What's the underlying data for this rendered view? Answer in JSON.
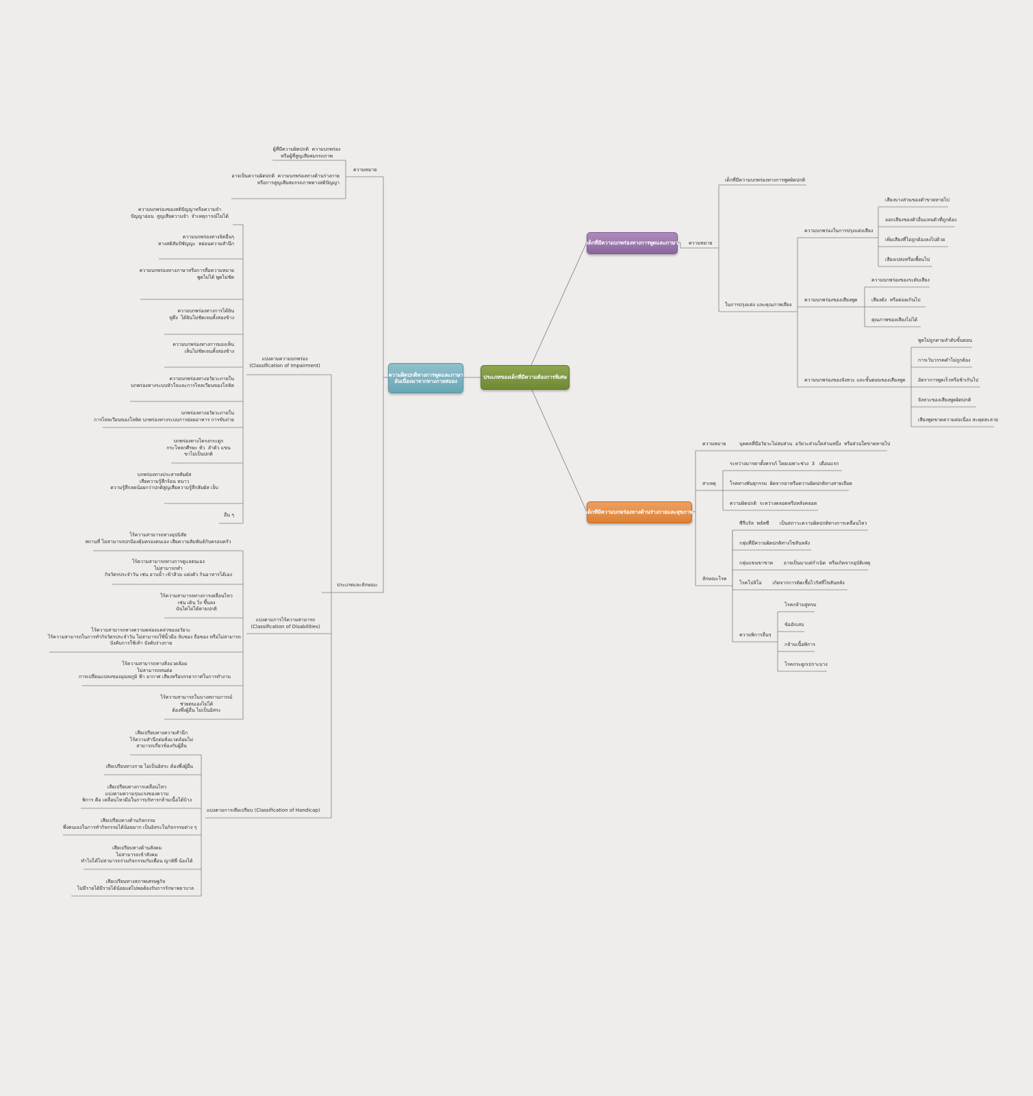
{
  "colors": {
    "background": "#efedeb",
    "line": "#7a7a7a",
    "root_node": "#7a9440",
    "left_main_node": "#79afbd",
    "speech_node": "#9a76ab",
    "physical_node": "#e48c48"
  },
  "root": {
    "label": "ประเภทของเด็กที่มีความต้องการพิเศษ"
  },
  "left_main": {
    "label": "ความผิดปกติทางการพูดและภาษา\nอันเนื่องมาจากทางภายสมอง"
  },
  "left": {
    "definition": {
      "label": "ความหมาย",
      "items": [
        "ผู้ที่มีความผิดปกติ  ความบกพร่อง\nหรือผู้ที่สูญเสียสมรรถภาพ",
        "อาจเป็นความผิดปกติ  ความบกพร่องทางด้านร่างกาย\nหรือการสูญเสียสมรรถภาพทางสติปัญญา"
      ]
    },
    "types": {
      "label": "ประเภทและลักษณะ"
    },
    "impairment": {
      "label": "แบ่งตามความบกพร่อง\n(Classification of Impairment)",
      "items": [
        "ความบกพร่องของสติปัญญาหรือความจำ\nปัญญาอ่อน  สูญเสียความจำ  จำเหตุการณ์ไม่ได้",
        "ความบกพร่องทางจิตอื่นๆ\nทางสติสัมปัชัญญะ  หย่อนความสำนึก",
        "ความบกพร่องทางภาษาหรือการสื่อความหมาย\nพูดไม่ได้ พูดไม่ชัด",
        "ความบกพร่องทางการได้ยิน\nหูตึง  ได้ยินไม่ชัดเจนทั้งสองข้าง",
        "ความบกพร่องทางการมองเห็น\nเห็นไม่ชัดเจนทั้งสองข้าง",
        "ความบกพร่องทางอวัยวะภายใน\nบกพร่องทางระบบหัวใจและการไหลเวียนของโลหิต",
        "บกพร่องทางอวัยวะภายใน\nการไหลเวียนของโลหิต บกพร่องทางระบบการย่อยอาหาร การขับถ่าย",
        "บกพร่องทางโครงกระดูก\nกระโหลกศีรษะ หัว  ลำตัว แขน\nขาไม่เป็นปกติ",
        "บกพร่องทางประสาทสัมผัส\nเสียความรู้สึกร้อน หนาว\nความรู้สึกลดน้อยกว่าปกติสูญเสียความรู้สึกสัมผัส เจ็บ",
        "อื่น ๆ"
      ]
    },
    "disabilities": {
      "label": "แบ่งตามการไร้ความสามารถ\n(Classification of Disabilities)",
      "items": [
        "ไร้ความสามารถทางอุปนิสัย\nสถานที่ ไม่สามารถปกป้องคุ้มครองตนเอง เสียความสัมพันธ์กับครอบครัว",
        "ไร้ความสามารถทางการดูแลตนเอง\nไม่สามารถทำ\nกิจวัตรประจำวัน เช่น อาบน้ำ เข้าส้วม แต่งตัว กินอาหารได้เอง",
        "ไร้ความสามารถทางการเคลื่อนไหว\nเช่น เดิน วิ่ง ขึ้นลง\nบันไดไม่ได้ตามปกติ",
        "ไร้ความสามารถทางความคล่องแคล่วของอวัยวะ\nไร้ความสามารถในการทำกิจวัตรประจำวัน ไม่สามารถใช้นิ้วมือ จับของ ถือของ หรือไม่สามารถ\nบังคับการใช้เท้า บังคับร่างกาย",
        "ไร้ความสามารถทางสิ่งแวดล้อม\nไม่สามารถทนต่อ\nการเปลี่ยนแปลงของอุณหภูมิ ฟ้า อากาศ เสียงหรือบรรยากาศในการทำงาน",
        "ไร้ความสามารถในบางสถานการณ์\nช่วยตนเองไม่ได้\nต้องพึ่งผู้อื่น ไม่เป็นอิสระ"
      ]
    },
    "handicap": {
      "label": "แบ่งตามการเสียเปรียบ (Classification of Handicap)",
      "items": [
        "เสียเปรียบทางความสำนึก\nไร้ความสำนึกต่อสิ่งแวดล้อมไม่\nสามารถเกี่ยวข้องกับผู้อื่น",
        "เสียเปรียบทางกาย ไม่เป็นอิสระ ต้องพึ่งผู้อื่น",
        "เสียเปรียบทางการเคลื่อนไหว\nแบ่งตามความรุนแรงของความ\nพิการ คือ เคลื่อนไหวมือในการบริหารกล้ามเนื้อได้บ้าง",
        "เสียเปรียบทางด้านกิจกรรม\nพึ่งตนเองในการทำกิจกรรมได้น้อยมาก เป็นอิสระในกิจกรรมต่าง ๆ",
        "เสียเปรียบทางด้านสังคม\nไม่สามารถเข้าสังคม\nทำไปได้ไม่สามารถร่วมกิจกรรมกับเพื่อน ญาติพี่ น้องได้",
        "เสียเปรียบทางสภาพเศรษฐกิจ\nไม่มีรายได้มีรายได้น้อยแต่ไม่พอต้องรับการรักษาพยาบาล"
      ]
    }
  },
  "speech": {
    "label": "เด็กที่มีความบกพร่องทางการพูดและภาษา",
    "definition": "ความหมาย",
    "normal": "เด็กที่มีความบกพร่องทางการพูดผิดปกติ",
    "voice_quality": "ในการปรุงแต่ง และคุณภาพเสียง",
    "articulation": {
      "label": "ความบกพร่องในการปรุงแต่งเสียง",
      "items": [
        "เสียงบางส่วนของคำขาดหายไป",
        "ออกเสียงของตัวอื่นแทนตัวที่ถูกต้อง",
        "เพิ่มเสียงที่ไม่ถูกต้องลงไปด้วย",
        "เสียงเปล่งหรือเพี้ยนไป"
      ]
    },
    "voice": {
      "label": "ความบกพร่องของเสียงพูด",
      "items": [
        "ความบกพร่องของระดับเสียง",
        "เสียงดัง  หรือค่อยเกินไป",
        "คุณภาพของเสียงไม่ได้"
      ]
    },
    "rhythm": {
      "label": "ความบกพร่องของจังหวะ และขั้นตอนของเสียงพูด",
      "items": [
        "พูดไม่ถูกตามลำดับขั้นตอน",
        "การเว้นวรรคคำไม่ถูกต้อง",
        "อัตราการพูดเร็วหรือช้าเกินไป",
        "จังหวะของเสียงพูดผิดปกติ",
        "เสียงพูดขาดความต่อเนื่อง สะดุดสะลาย"
      ]
    }
  },
  "physical": {
    "label": "เด็กที่มีความบกพร่องทางด้านร่างกายและสุขภาพ",
    "definition": {
      "label": "ความหมาย",
      "text": "บุคคลที่มีอวัยวะไม่สมส่วน  อวัยวะส่วนใดส่วนหนึ่ง  หรือส่วนใดขาดหายไป"
    },
    "causes": {
      "label": "สาเหตุ",
      "items": [
        "ระหว่างมารดาตั้งครรภ์ โดยเฉพาะช่วง  3   เดือนแรก",
        "โรคทางพันธุกรรม  ผิดจากยาหรือความผิดปกติทางสายเลือด",
        "ความผิดปกติ  ระหว่างคลอดหรือหลังคลอด"
      ]
    },
    "diseases": {
      "label": "ลักษณะโรค",
      "items": [
        "ซีรีบรัล  พลัลซี       เป็นสภาวะความผิดปกติทางการเคลื่อนไหว",
        "กลุ่มที่มีความผิดปกติทางไขสันหลัง",
        "กลุ่มแขนขาขาด       อาจเป็นมาแต่กำเนิด  หรือเกิดจากอุบัติเหตุ",
        "โรคโปลิโอ       เกิดจากการติดเชื้อไวรัสที่ไขสันหลัง"
      ],
      "other": {
        "label": "ความพิการอื่นๆ",
        "items": [
          "โรคกล้ามสูทรม",
          "ข้ออักเสบ",
          "กล้ามเนื้อพิการ",
          "โรคกระดูกเปราะบาง"
        ]
      }
    }
  }
}
